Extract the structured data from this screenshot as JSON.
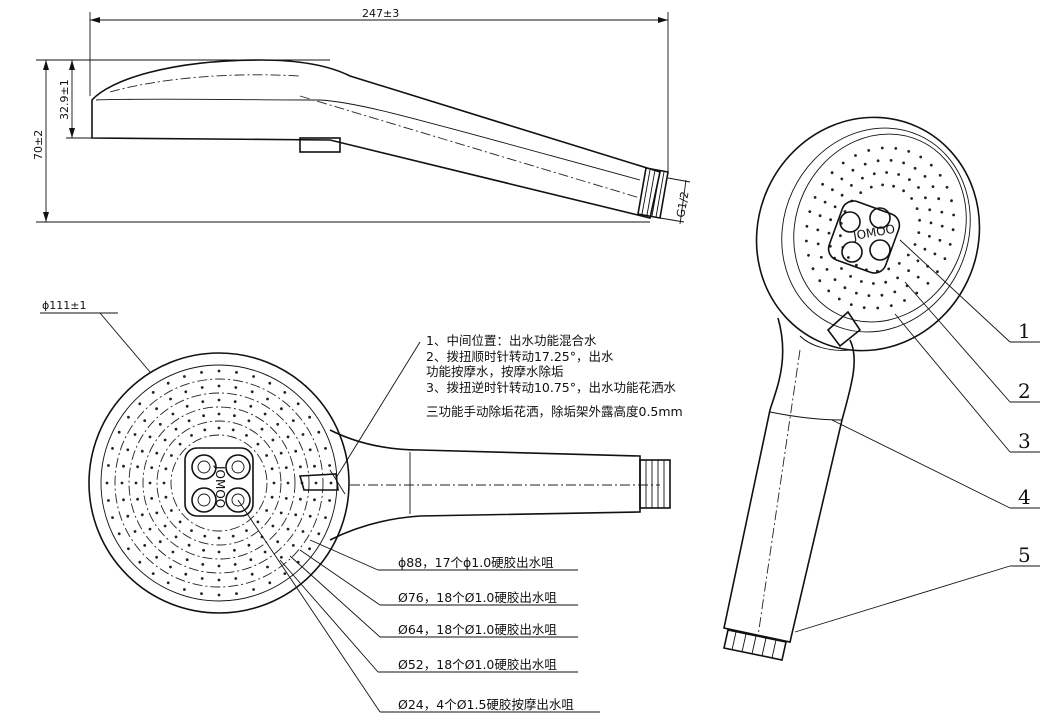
{
  "dimensions": {
    "length": "247±3",
    "head_thickness": "32.9±1",
    "height": "70±2",
    "thread": "G1/2",
    "head_diameter": "ϕ111±1"
  },
  "notes": [
    "1、中间位置：出水功能混合水",
    "2、拨扭顺时针转动17.25°，出水",
    "   功能按摩水，按摩水除垢",
    "3、拨扭逆时针转动10.75°，出水功能花洒水",
    "三功能手动除垢花洒，除垢架外露高度0.5mm"
  ],
  "ring_callouts": [
    "ϕ88，17个ϕ1.0硬胶出水咀",
    "Ø76，18个Ø1.0硬胶出水咀",
    "Ø64，18个Ø1.0硬胶出水咀",
    "Ø52，18个Ø1.0硬胶出水咀",
    "Ø24，4个Ø1.5硬胶按摩出水咀"
  ],
  "balloons": [
    "1",
    "2",
    "3",
    "4",
    "5"
  ],
  "brand": "JOMOO"
}
